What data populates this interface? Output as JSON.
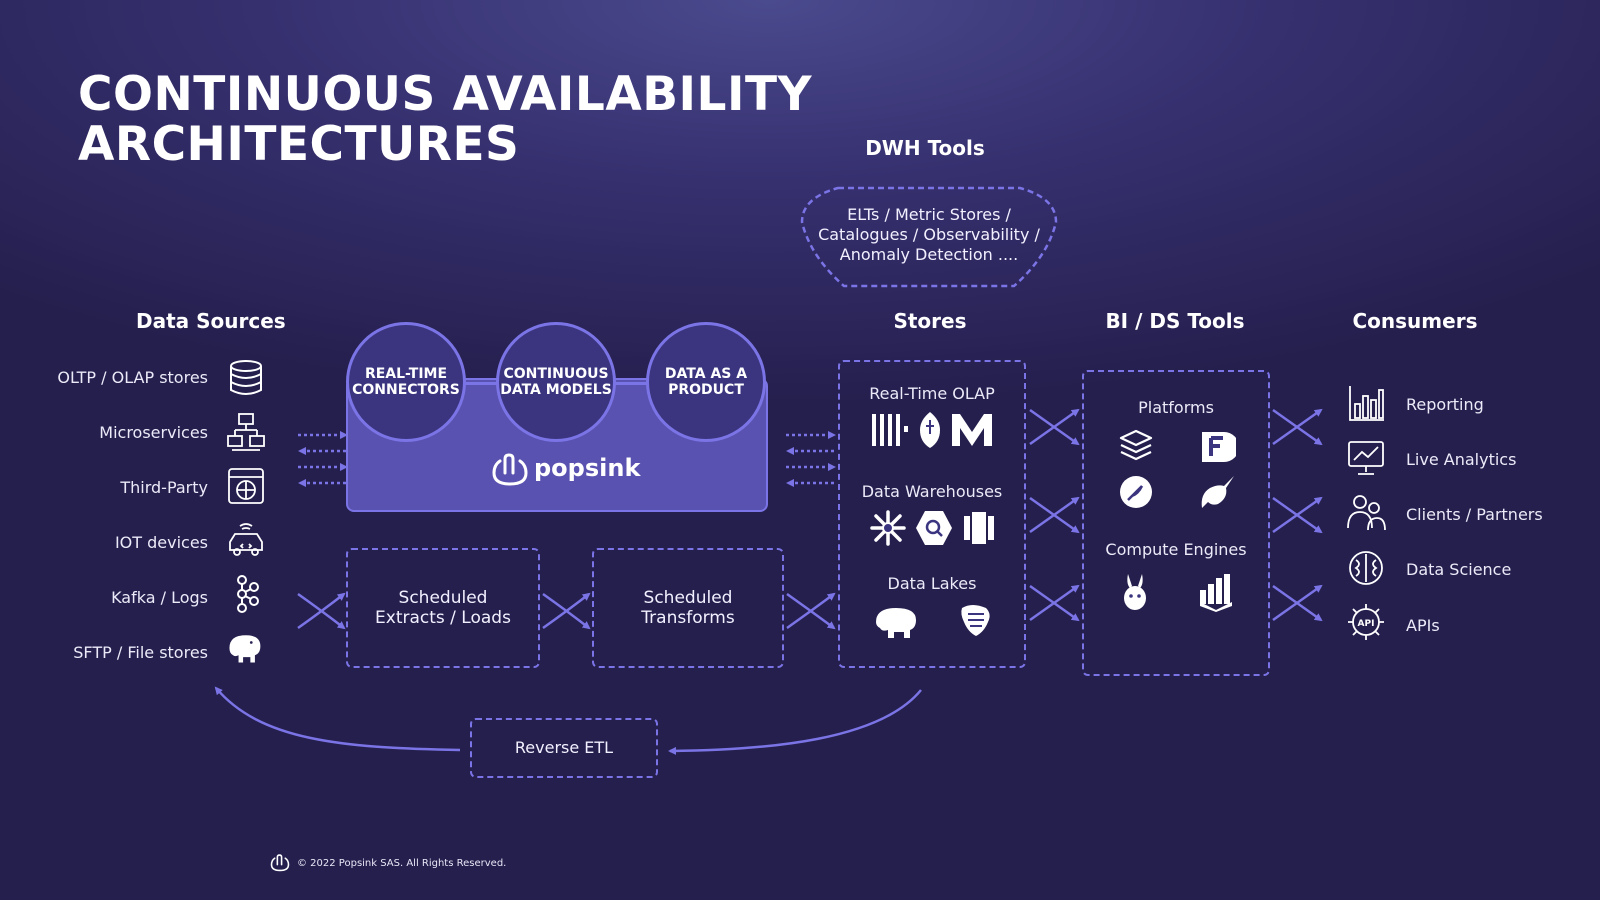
{
  "title": {
    "line1": "CONTINUOUS AVAILABILITY",
    "line2": "ARCHITECTURES"
  },
  "dwh_tools": {
    "heading": "DWH Tools",
    "line1": "ELTs / Metric Stores /",
    "line2": "Catalogues / Observability /",
    "line3": "Anomaly Detection ...."
  },
  "data_sources": {
    "heading": "Data Sources",
    "items": [
      {
        "label": "OLTP / OLAP stores",
        "icon": "database-icon"
      },
      {
        "label": "Microservices",
        "icon": "microservices-icon"
      },
      {
        "label": "Third-Party",
        "icon": "web-icon"
      },
      {
        "label": "IOT devices",
        "icon": "car-icon"
      },
      {
        "label": "Kafka / Logs",
        "icon": "kafka-icon"
      },
      {
        "label": "SFTP / File stores",
        "icon": "hadoop-elephant-icon"
      }
    ]
  },
  "popsink": {
    "circles": [
      {
        "line1": "REAL-TIME",
        "line2": "CONNECTORS"
      },
      {
        "line1": "CONTINUOUS",
        "line2": "DATA MODELS"
      },
      {
        "line1": "DATA AS A",
        "line2": "PRODUCT"
      }
    ],
    "brand": "popsink"
  },
  "batch": {
    "extracts_line1": "Scheduled",
    "extracts_line2": "Extracts / Loads",
    "transforms_line1": "Scheduled",
    "transforms_line2": "Transforms"
  },
  "stores": {
    "heading": "Stores",
    "groups": [
      {
        "label": "Real-Time OLAP",
        "icons": [
          "questdb-icon",
          "druid-icon",
          "materialize-icon"
        ]
      },
      {
        "label": "Data Warehouses",
        "icons": [
          "snowflake-icon",
          "bigquery-icon",
          "redshift-icon"
        ]
      },
      {
        "label": "Data Lakes",
        "icons": [
          "hadoop-icon",
          "hive-icon"
        ]
      }
    ]
  },
  "bi_tools": {
    "heading": "BI / DS Tools",
    "platforms_label": "Platforms",
    "compute_label": "Compute Engines",
    "platform_icons": [
      "layers-icon",
      "fivetran-icon",
      "feather-icon",
      "narwhal-icon"
    ],
    "compute_icons": [
      "rabbit-icon",
      "databricks-icon"
    ]
  },
  "consumers": {
    "heading": "Consumers",
    "items": [
      {
        "label": "Reporting",
        "icon": "reporting-icon"
      },
      {
        "label": "Live Analytics",
        "icon": "analytics-icon"
      },
      {
        "label": "Clients / Partners",
        "icon": "people-icon"
      },
      {
        "label": "Data Science",
        "icon": "brain-icon"
      },
      {
        "label": "APIs",
        "icon": "api-icon"
      }
    ]
  },
  "reverse_etl": "Reverse ETL",
  "footer": {
    "copyright": "© 2022 Popsink SAS. All Rights Reserved."
  },
  "colors": {
    "accent": "#7b74e6",
    "panel": "#5a52b0",
    "background": "#2b2556"
  }
}
